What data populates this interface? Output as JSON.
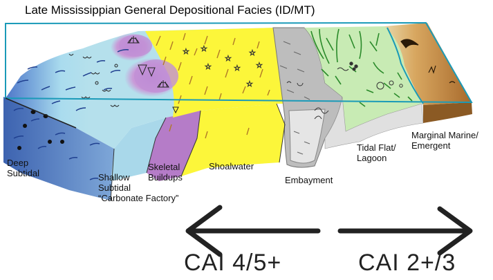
{
  "title": "Late Mississippian General Depositional Facies (ID/MT)",
  "facies_labels": {
    "deep_subtidal": [
      "Deep",
      "Subtidal"
    ],
    "shallow_subtidal": [
      "Shallow",
      "Subtidal",
      "“Carbonate Factory”"
    ],
    "skeletal_buildups": [
      "Skeletal",
      "Buildups"
    ],
    "shoalwater": [
      "Shoalwater"
    ],
    "embayment": [
      "Embayment"
    ],
    "tidal_flat": [
      "Tidal Flat/",
      "Lagoon"
    ],
    "marginal_marine": [
      "Marginal Marine/",
      "Emergent"
    ]
  },
  "cai_left": "CAI 4/5+",
  "cai_right": "CAI 2+/3",
  "colors": {
    "deep": "#4a74c4",
    "shallow": "#a8d8ea",
    "buildup": "#b07cc6",
    "shoal": "#fcf63a",
    "embayment": "#bdbdbd",
    "tidal": "#c8ebb4",
    "marginal": "#b27a3c",
    "frame": "#1a9ab8"
  }
}
